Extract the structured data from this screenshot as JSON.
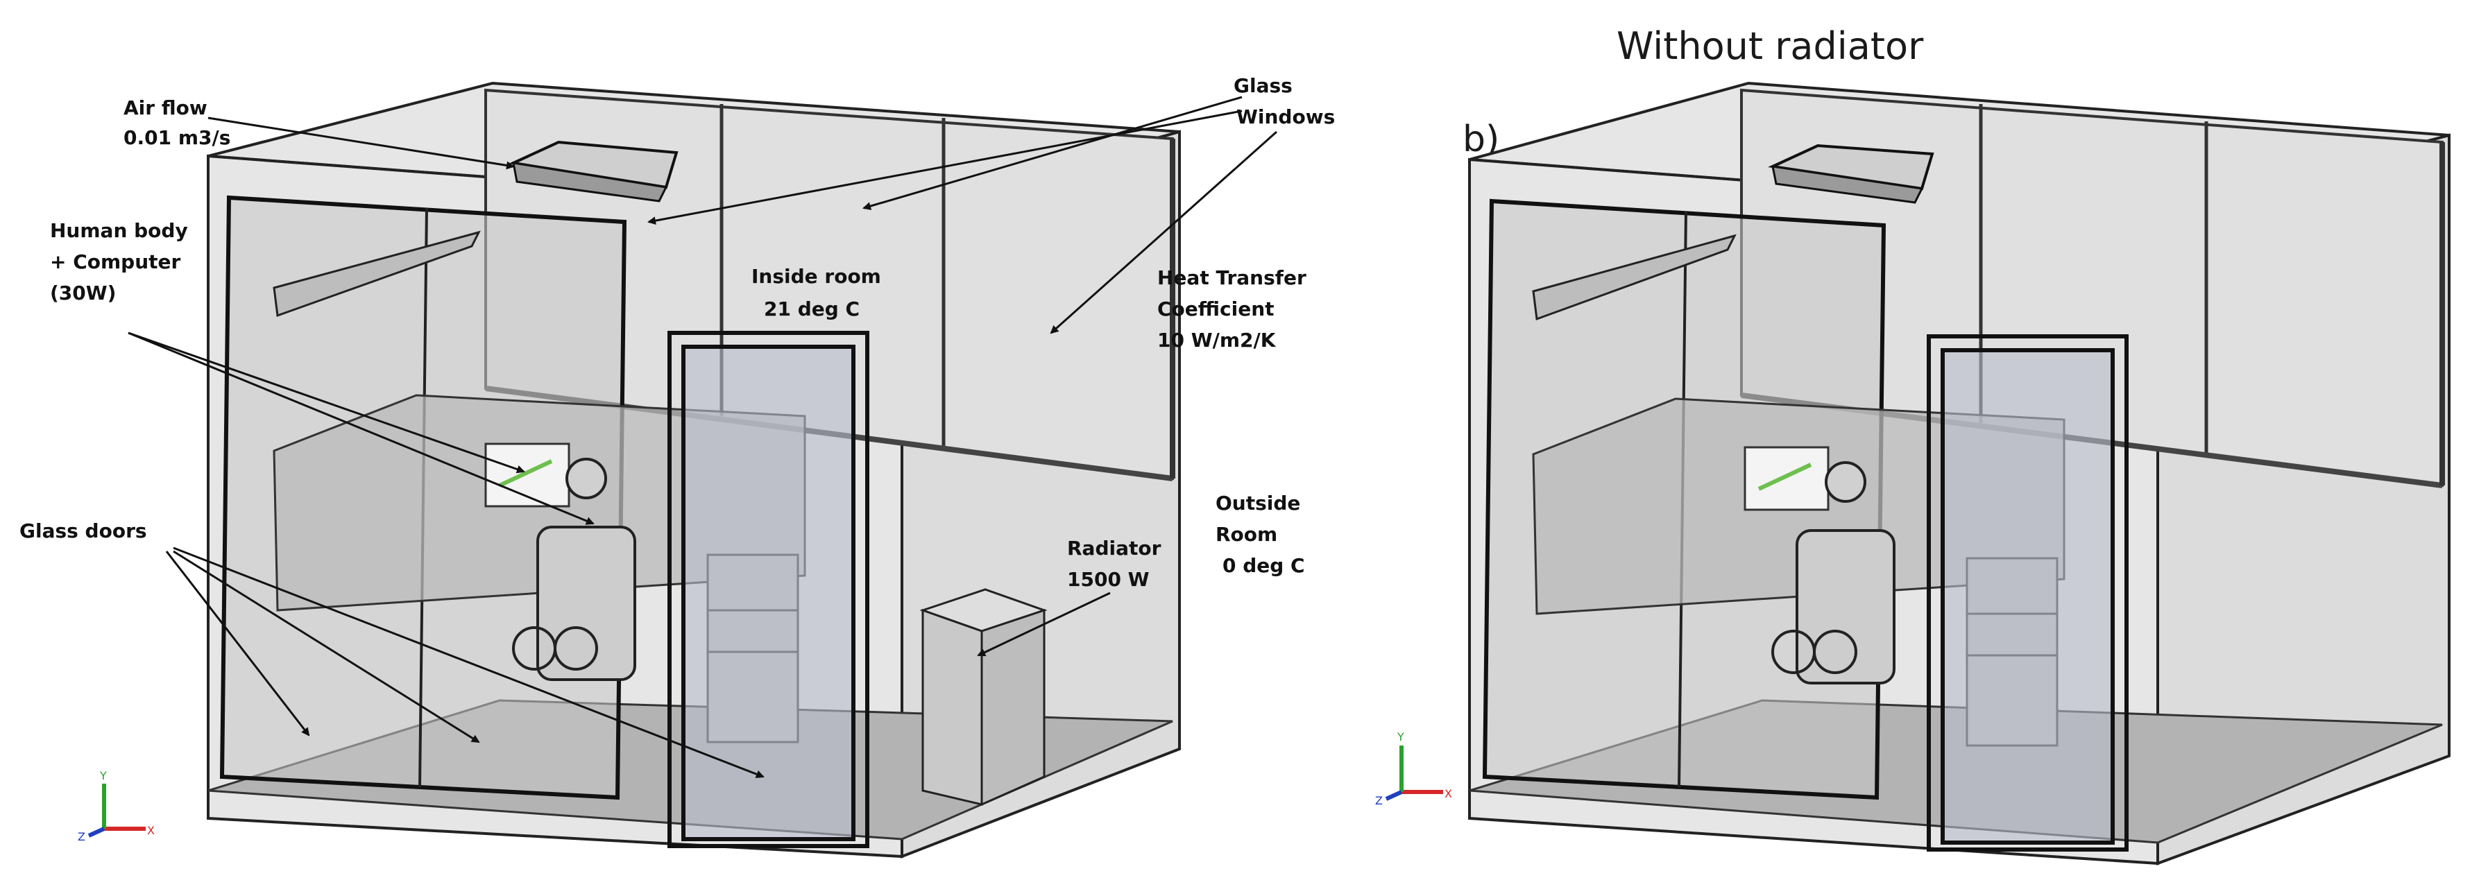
{
  "panel_a": {
    "labels": {
      "air_flow": [
        "Air flow",
        "0.01 m3/s"
      ],
      "glass_windows": [
        "Glass",
        "Windows"
      ],
      "human_body": [
        "Human body",
        "+ Computer",
        "(30W)"
      ],
      "inside_room": [
        "Inside room",
        "21 deg C"
      ],
      "heat_transfer": [
        "Heat Transfer",
        "Coefficient",
        "10 W/m2/K"
      ],
      "outside_room": [
        "Outside",
        "Room",
        "0 deg C"
      ],
      "radiator": [
        "Radiator",
        "1500 W"
      ],
      "glass_doors": [
        "Glass doors"
      ]
    }
  },
  "panel_b": {
    "title": "Without radiator",
    "tag": "b)"
  },
  "axis_triad": {
    "x": "X",
    "y": "Y",
    "z": "Z"
  },
  "colors": {
    "room_fill": "#e2e2e2",
    "floor": "#b3b3b3",
    "door_glass": "#b9bccb",
    "frame": "#1e1e1e",
    "axis_x": "#d62728",
    "axis_y": "#2ca02c",
    "axis_z": "#1f3fbf",
    "screen": "#6fbf4f"
  }
}
